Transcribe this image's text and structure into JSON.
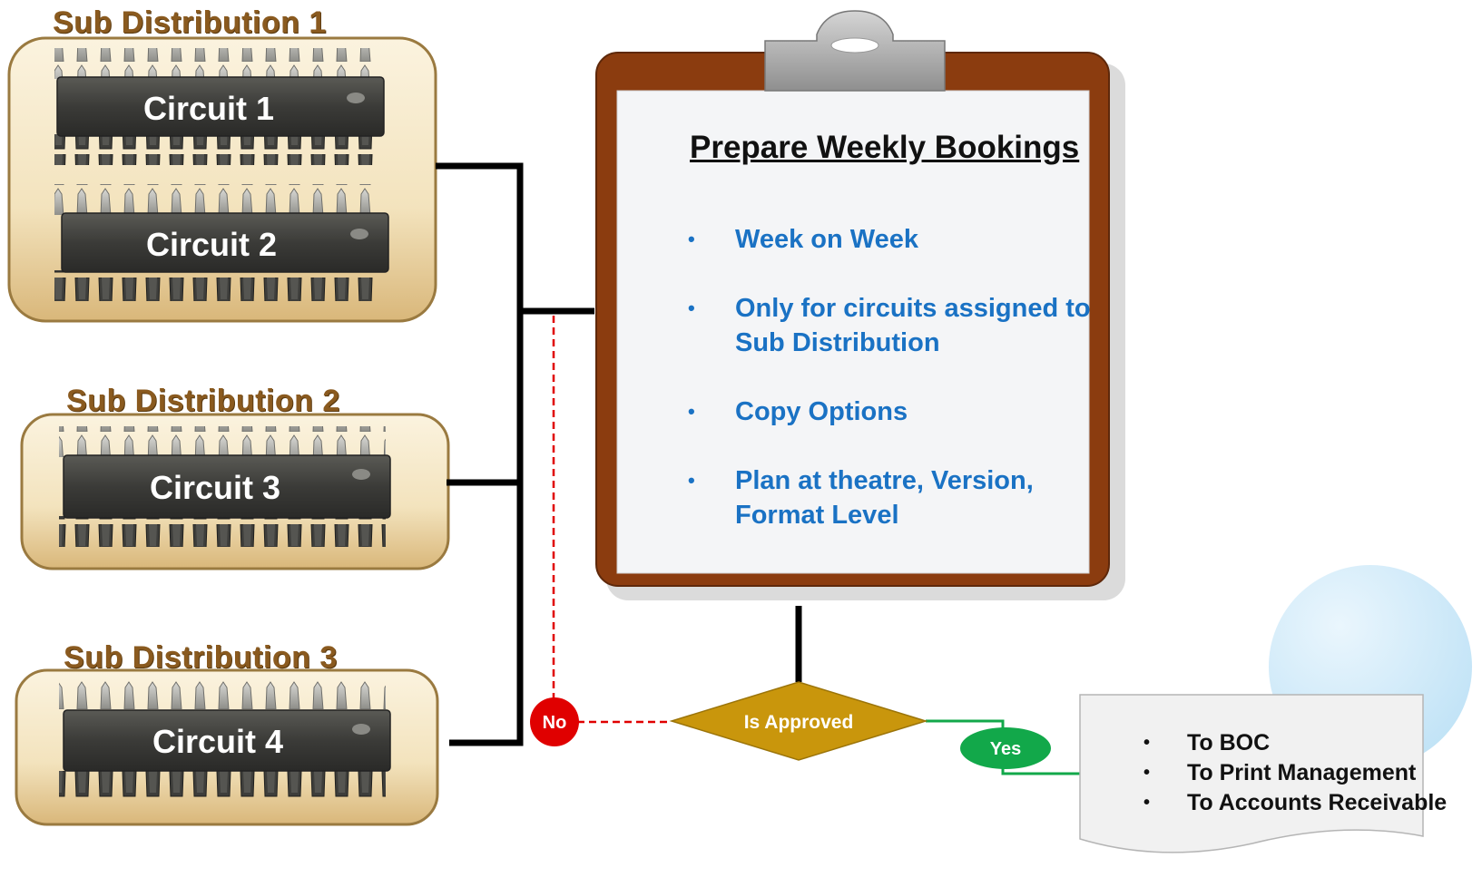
{
  "sub_distributions": [
    {
      "title": "Sub Distribution 1",
      "circuits": [
        "Circuit  1",
        "Circuit  2"
      ]
    },
    {
      "title": "Sub Distribution 2",
      "circuits": [
        "Circuit  3"
      ]
    },
    {
      "title": "Sub Distribution 3",
      "circuits": [
        "Circuit  4"
      ]
    }
  ],
  "clipboard": {
    "title": "Prepare Weekly Bookings",
    "bullets": [
      "Week on Week",
      "Only for circuits assigned to Sub Distribution",
      "Copy Options",
      "Plan at theatre, Version, Format Level"
    ]
  },
  "decision": {
    "label": "Is Approved",
    "no_label": "No",
    "yes_label": "Yes"
  },
  "outputs": [
    "To BOC",
    "To Print Management",
    "To Accounts Receivable"
  ],
  "colors": {
    "sub_title": "#8a5a1f",
    "bullet_text": "#1a72c4",
    "decision_fill": "#c9960c",
    "no_circle": "#e00000",
    "yes_oval": "#12a84a",
    "clipboard_frame": "#8b3c0f"
  }
}
